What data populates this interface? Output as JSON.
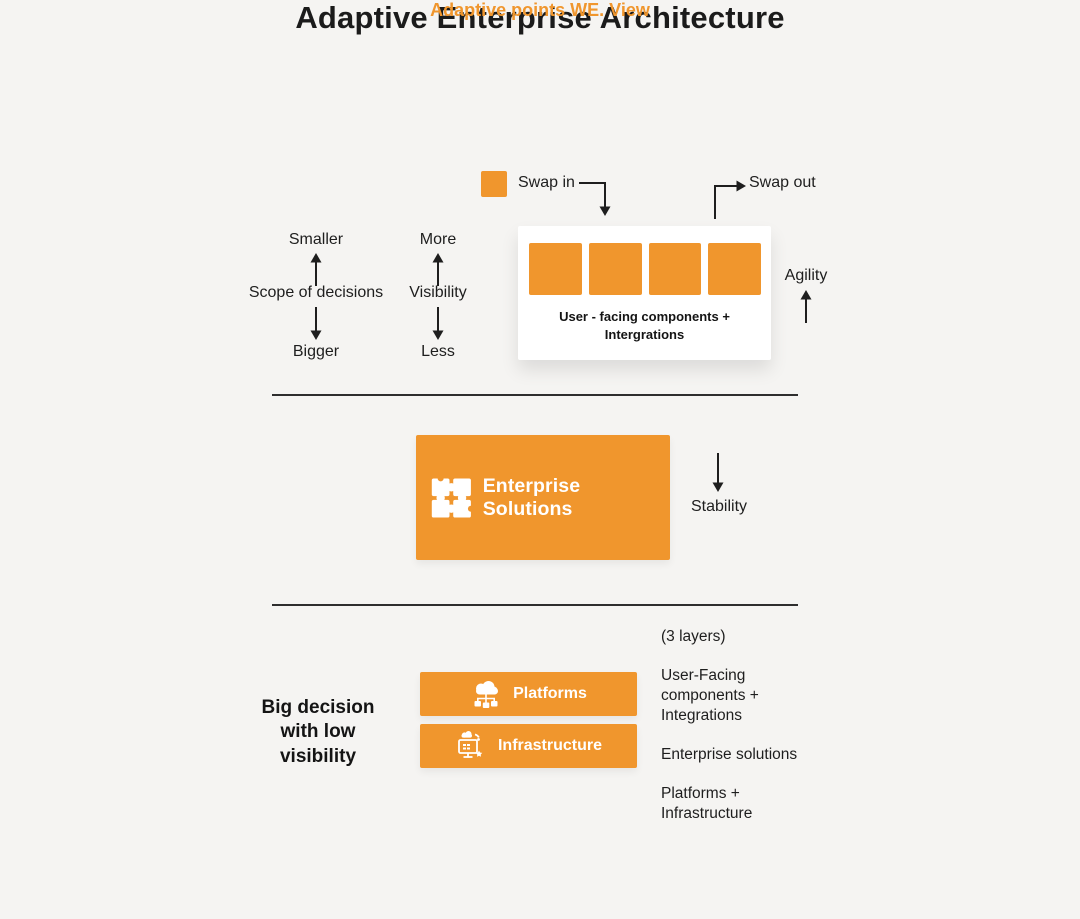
{
  "title": "Adaptive Enterprise Architecture",
  "subtitle": "Adaptive points WE. View",
  "colors": {
    "orange": "#f0962d",
    "background": "#f5f4f2",
    "text": "#1e1e1e",
    "card": "#ffffff"
  },
  "legend": {
    "swap_in": "Swap in",
    "swap_out": "Swap out"
  },
  "axes": {
    "scope": {
      "top": "Smaller",
      "middle": "Scope of decisions",
      "bottom": "Bigger"
    },
    "visibility": {
      "top": "More",
      "middle": "Visibility",
      "bottom": "Less"
    }
  },
  "user_facing_card": {
    "label": "User - facing components +\nIntergrations",
    "squares": 4
  },
  "agility_label": "Agility",
  "stability_label": "Stability",
  "enterprise_box": {
    "label": "Enterprise Solutions",
    "icon": "puzzle-icon"
  },
  "big_decision": {
    "label": "Big decision\nwith low\nvisibility"
  },
  "platforms_box": {
    "label": "Platforms",
    "icon": "cloud-platform-icon"
  },
  "infrastructure_box": {
    "label": "Infrastructure",
    "icon": "computer-infrastructure-icon"
  },
  "layers_list": {
    "heading": "(3 layers)",
    "items": [
      "User-Facing\ncomponents +\nIntegrations",
      "Enterprise solutions",
      "Platforms +\nInfrastructure"
    ]
  }
}
